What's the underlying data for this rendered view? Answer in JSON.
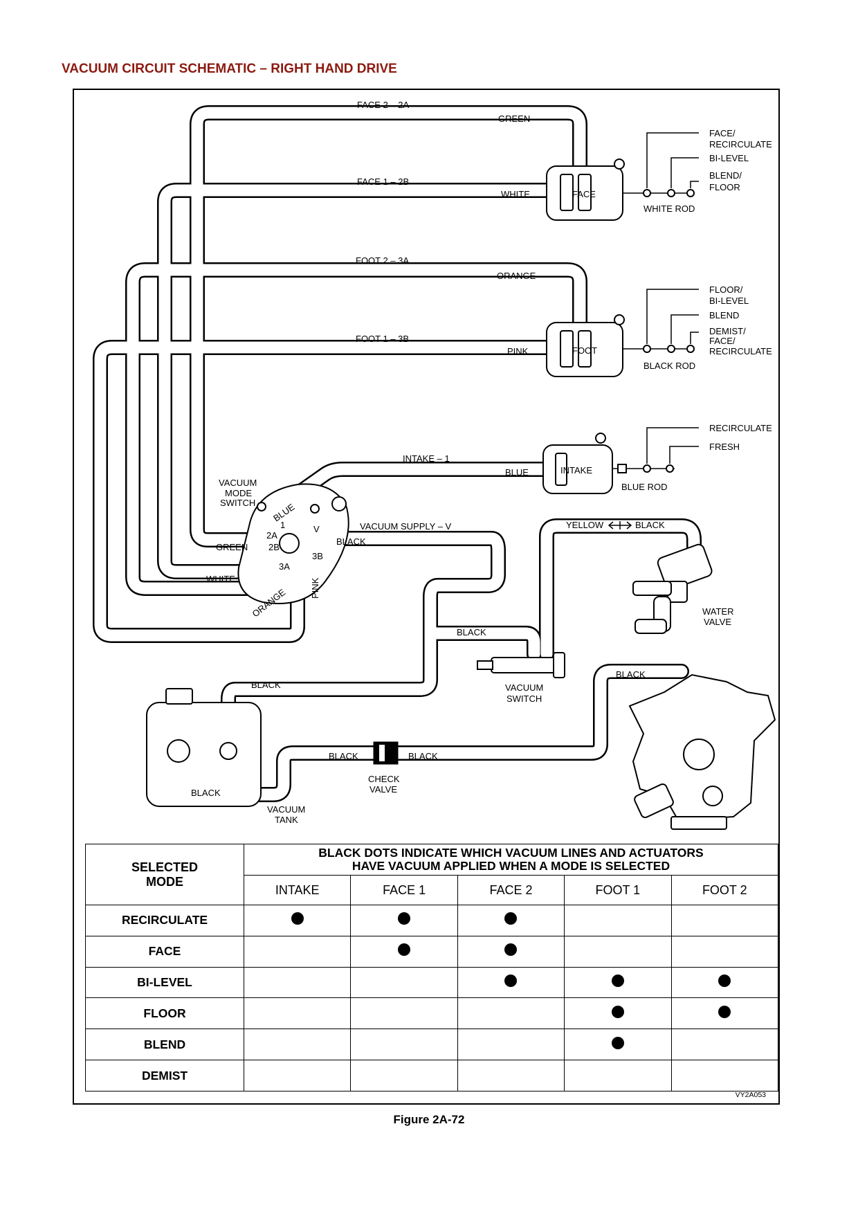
{
  "page_title": "VACUUM CIRCUIT SCHEMATIC – RIGHT HAND DRIVE",
  "figure_caption": "Figure 2A-72",
  "figure_id": "VY2A053",
  "schematic": {
    "hoses": {
      "face2": "FACE 2 – 2A",
      "green": "GREEN",
      "face1": "FACE 1 – 2B",
      "white": "WHITE",
      "foot2": "FOOT 2 – 3A",
      "orange": "ORANGE",
      "foot1": "FOOT 1 – 3B",
      "pink": "PINK",
      "intake": "INTAKE – 1",
      "blue": "BLUE",
      "vacuum_supply": "VACUUM SUPPLY – V",
      "black": "BLACK",
      "yellow": "YELLOW",
      "green_sw": "GREEN",
      "white_sw": "WHITE",
      "orange_sw": "ORANGE",
      "pink_sw": "PINK",
      "blue_sw": "BLUE",
      "black_sw": "BLACK",
      "black_mid": "BLACK",
      "black_tank_top": "BLACK",
      "black_engine": "BLACK",
      "black_check_left": "BLACK",
      "black_check_right": "BLACK",
      "black_tank_bottom": "BLACK",
      "black_water": "BLACK"
    },
    "face_actuator": {
      "label": "FACE",
      "rod": "WHITE ROD",
      "positions": [
        "FACE/",
        "RECIRCULATE",
        "BI-LEVEL",
        "BLEND/",
        "FLOOR"
      ]
    },
    "foot_actuator": {
      "label": "FOOT",
      "rod": "BLACK ROD",
      "positions": [
        "FLOOR/",
        "BI-LEVEL",
        "BLEND",
        "DEMIST/",
        "FACE/",
        "RECIRCULATE"
      ]
    },
    "intake_actuator": {
      "label": "INTAKE",
      "rod": "BLUE ROD",
      "positions": [
        "RECIRCULATE",
        "FRESH"
      ]
    },
    "mode_switch": {
      "label": [
        "VACUUM",
        "MODE",
        "SWITCH"
      ],
      "ports": {
        "p1": "1",
        "p2a": "2A",
        "p2b": "2B",
        "p3a": "3A",
        "p3b": "3B",
        "pv": "V"
      }
    },
    "water_valve": [
      "WATER",
      "VALVE"
    ],
    "vacuum_switch": [
      "VACUUM",
      "SWITCH"
    ],
    "check_valve": [
      "CHECK",
      "VALVE"
    ],
    "vacuum_tank": [
      "VACUUM",
      "TANK"
    ]
  },
  "table": {
    "selected_mode_header": [
      "SELECTED",
      "MODE"
    ],
    "note": [
      "BLACK DOTS INDICATE WHICH VACUUM LINES AND ACTUATORS",
      "HAVE VACUUM APPLIED WHEN A MODE IS SELECTED"
    ],
    "columns": [
      "INTAKE",
      "FACE 1",
      "FACE 2",
      "FOOT 1",
      "FOOT 2"
    ],
    "rows": [
      {
        "mode": "RECIRCULATE",
        "applied": [
          true,
          true,
          true,
          false,
          false
        ]
      },
      {
        "mode": "FACE",
        "applied": [
          false,
          true,
          true,
          false,
          false
        ]
      },
      {
        "mode": "BI-LEVEL",
        "applied": [
          false,
          false,
          true,
          true,
          true
        ]
      },
      {
        "mode": "FLOOR",
        "applied": [
          false,
          false,
          false,
          true,
          true
        ]
      },
      {
        "mode": "BLEND",
        "applied": [
          false,
          false,
          false,
          true,
          false
        ]
      },
      {
        "mode": "DEMIST",
        "applied": [
          false,
          false,
          false,
          false,
          false
        ]
      }
    ]
  }
}
